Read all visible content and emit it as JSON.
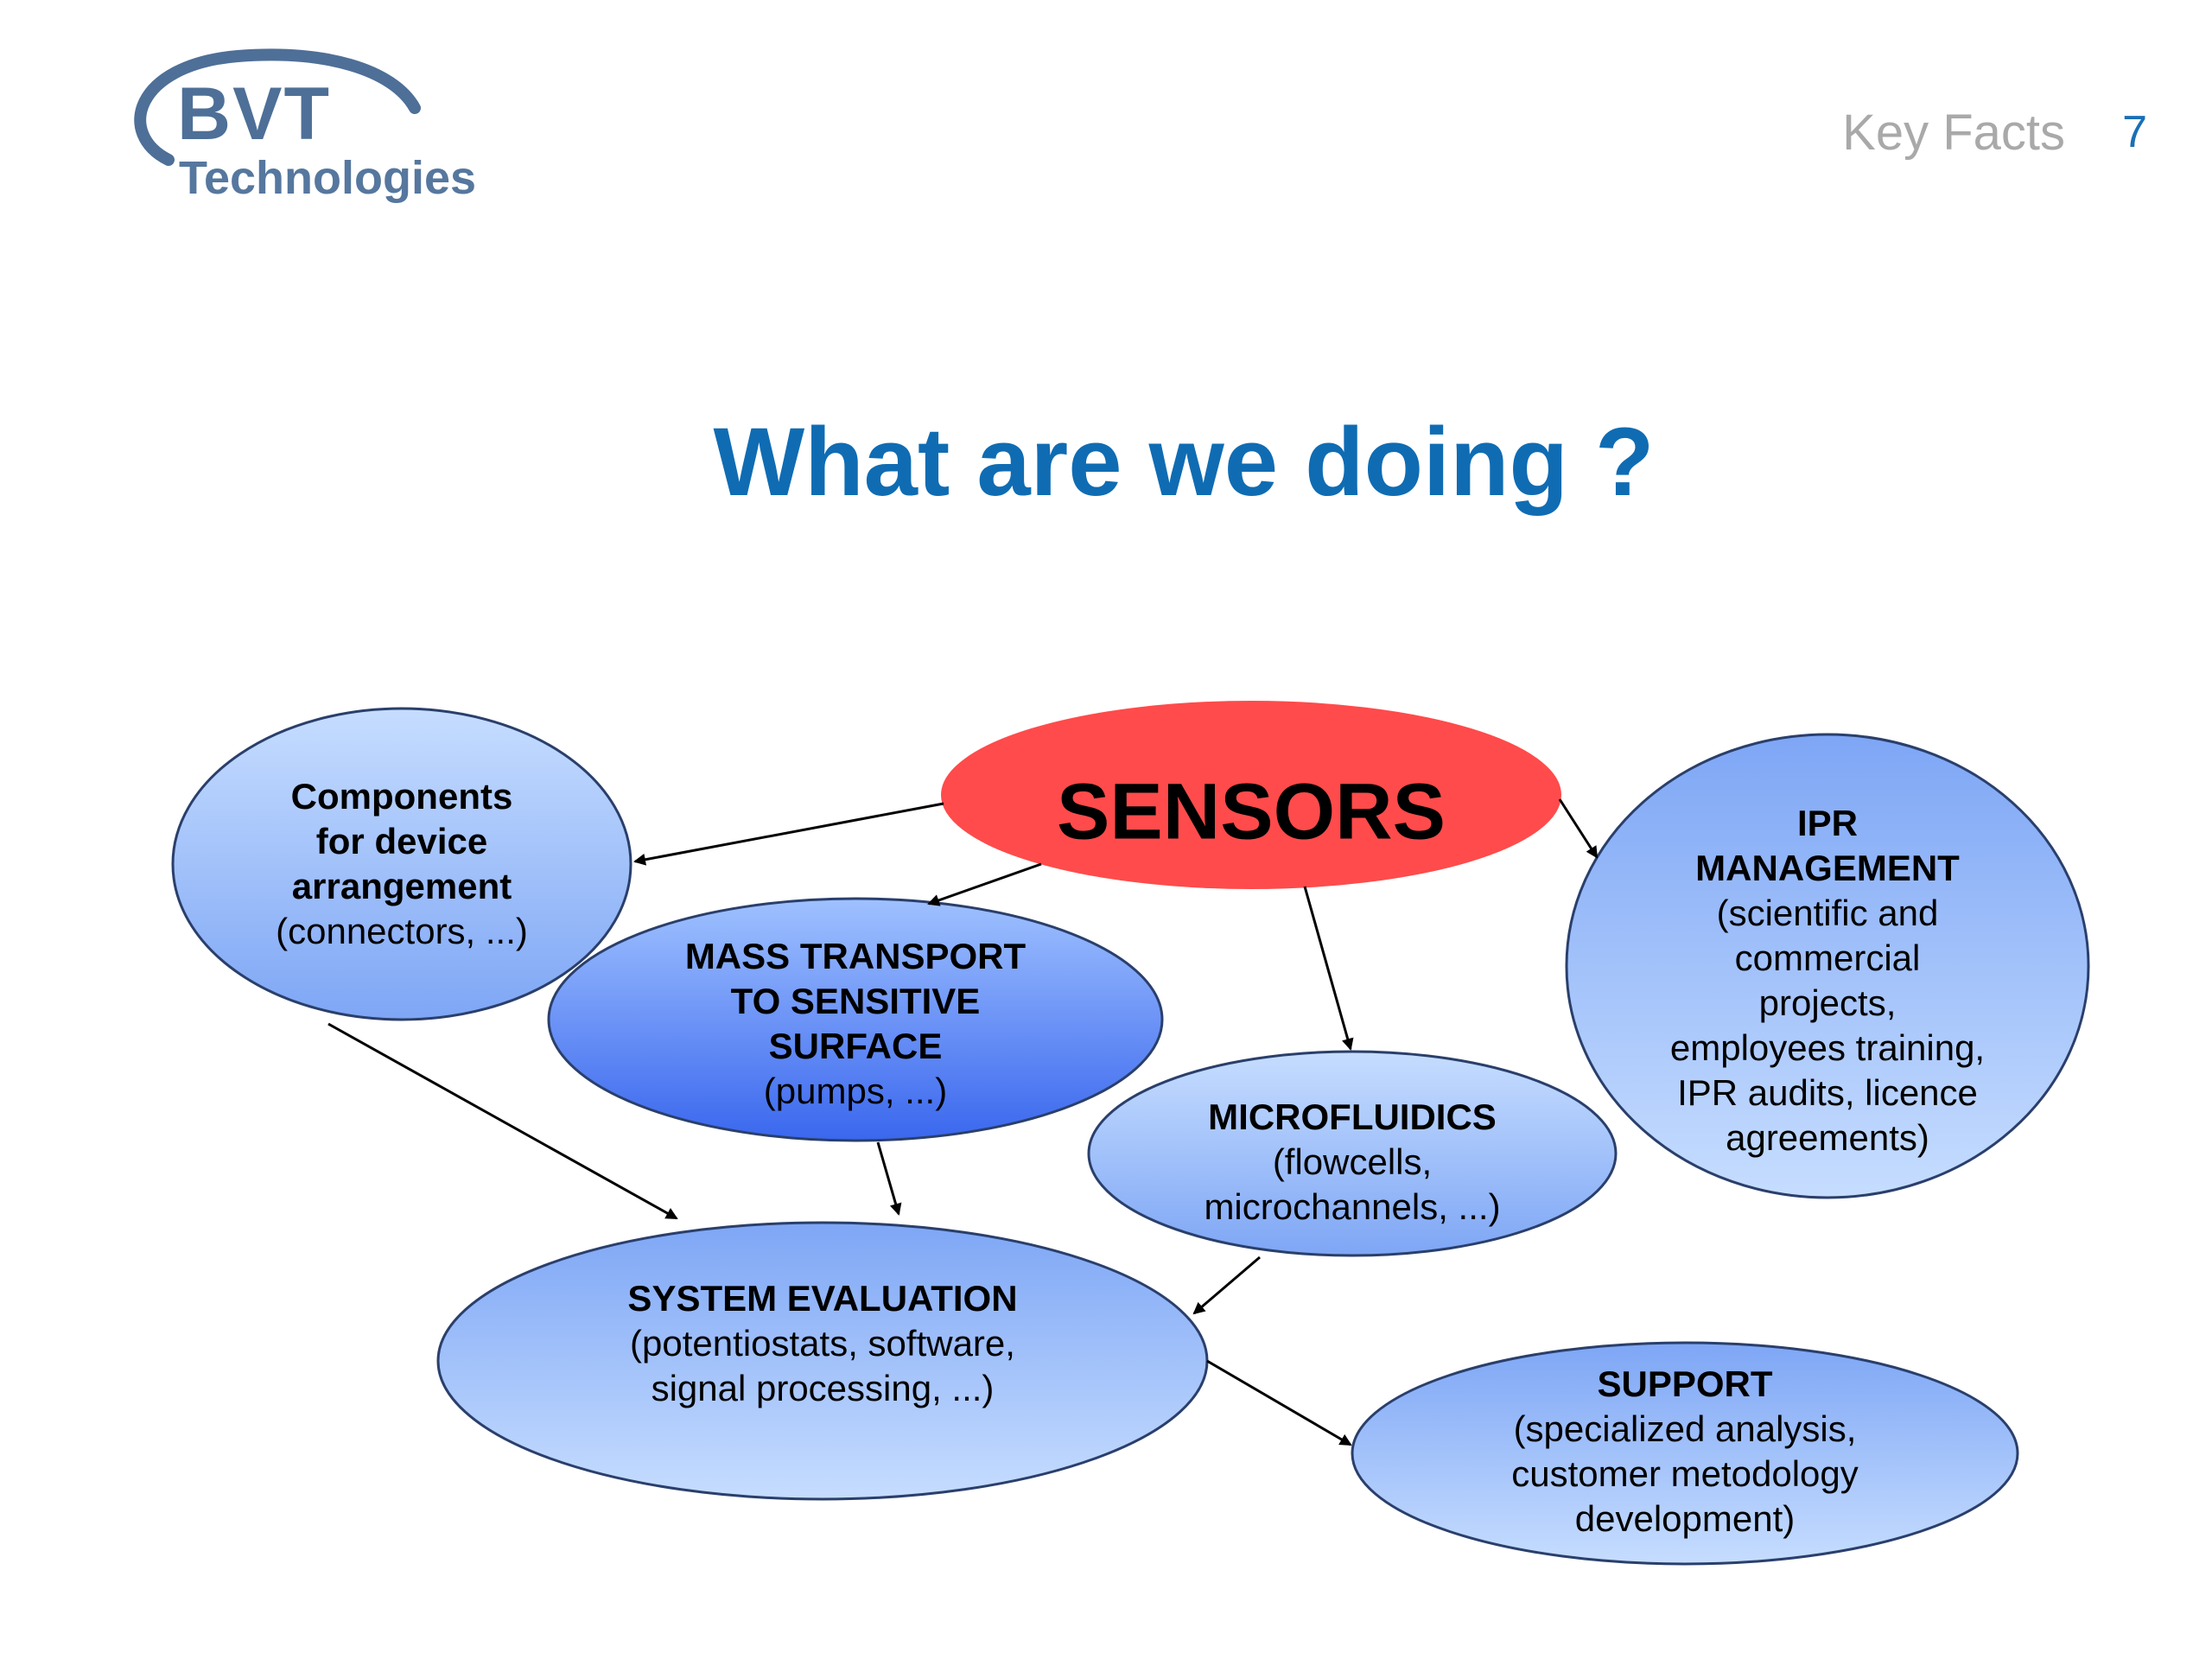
{
  "header": {
    "logo": {
      "line1": "BVT",
      "line2": "Technologies"
    },
    "section_label": "Key Facts",
    "page_number": "7"
  },
  "slide": {
    "title": "What are we doing ?"
  },
  "diagram": {
    "center": {
      "label": "SENSORS",
      "color": "#ff4b4b"
    },
    "nodes": {
      "components": {
        "title_lines": [
          "Components",
          "for device",
          "arrangement"
        ],
        "desc_lines": [
          "(connectors, ...)"
        ]
      },
      "mass_transport": {
        "title_lines": [
          "MASS TRANSPORT",
          "TO SENSITIVE",
          "SURFACE"
        ],
        "desc_lines": [
          "(pumps, ...)"
        ]
      },
      "microfluidics": {
        "title_lines": [
          "MICROFLUIDICS"
        ],
        "desc_lines": [
          "(flowcells,",
          "microchannels, ...)"
        ]
      },
      "ipr": {
        "title_lines": [
          "IPR",
          "MANAGEMENT"
        ],
        "desc_lines": [
          "(scientific and",
          "commercial",
          "projects,",
          "employees training,",
          "IPR audits, licence",
          "agreements)"
        ]
      },
      "system_evaluation": {
        "title_lines": [
          "SYSTEM EVALUATION"
        ],
        "desc_lines": [
          "(potentiostats, software,",
          "signal processing, ...)"
        ]
      },
      "support": {
        "title_lines": [
          "SUPPORT"
        ],
        "desc_lines": [
          "(specialized analysis,",
          "customer metodology",
          "development)"
        ]
      }
    },
    "colors": {
      "ellipse_light": "#b7d4ff",
      "ellipse_mid": "#7ea6f5",
      "ellipse_dark": "#3f6ff0",
      "stroke": "#2a3f6b"
    }
  }
}
